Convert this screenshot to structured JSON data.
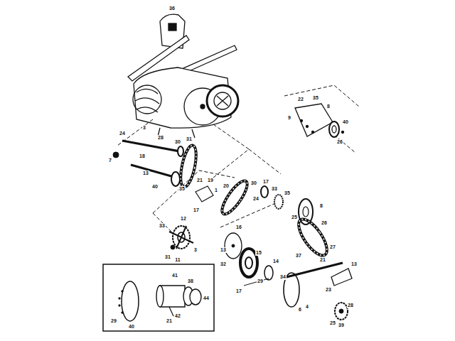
{
  "diagram": {
    "labels": [
      "36",
      "22",
      "35",
      "8",
      "9",
      "40",
      "26",
      "24",
      "3",
      "28",
      "30",
      "31",
      "7",
      "18",
      "13",
      "40",
      "35",
      "21",
      "19",
      "1",
      "17",
      "20",
      "30",
      "17",
      "33",
      "24",
      "35",
      "25",
      "8",
      "26",
      "27",
      "12",
      "31",
      "33",
      "11",
      "3",
      "16",
      "13",
      "32",
      "15",
      "29",
      "17",
      "14",
      "34",
      "6",
      "37",
      "21",
      "13",
      "23",
      "28",
      "25",
      "39",
      "4",
      "41",
      "29",
      "40",
      "38",
      "21",
      "44",
      "42"
    ]
  }
}
